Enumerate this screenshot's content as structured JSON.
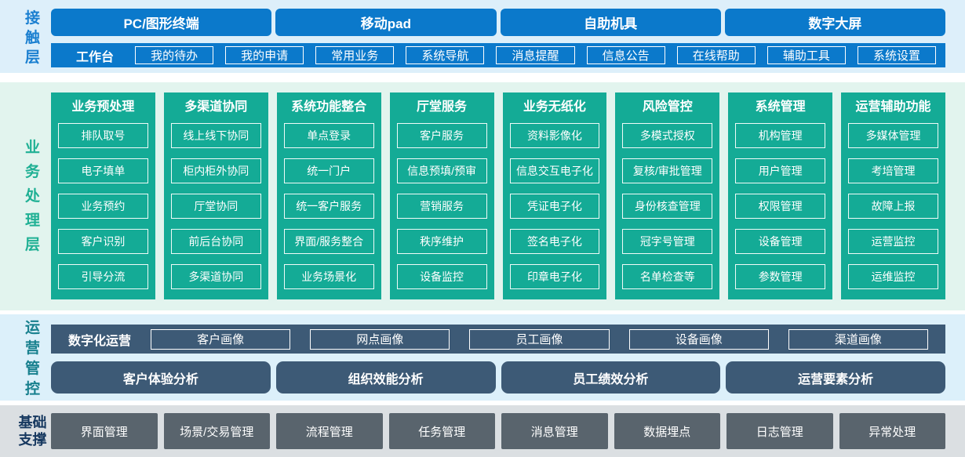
{
  "colors": {
    "accent_blue": "#0b79cb",
    "accent_green": "#14ab96",
    "accent_slate": "#3d5a76",
    "accent_gray": "#59646d",
    "bg_contact": "#ddeffa",
    "bg_business": "#e2f4ee",
    "bg_operations": "#dcf0fa",
    "bg_foundation": "#dbdfe2",
    "label_contact": "#1a7fd0",
    "label_business": "#1fb094",
    "label_operations": "#18808e",
    "label_foundation": "#16385f"
  },
  "contact_layer": {
    "label": "接触层",
    "terminals": [
      "PC/图形终端",
      "移动pad",
      "自助机具",
      "数字大屏"
    ],
    "workbench": {
      "label": "工作台",
      "items": [
        "我的待办",
        "我的申请",
        "常用业务",
        "系统导航",
        "消息提醒",
        "信息公告",
        "在线帮助",
        "辅助工具",
        "系统设置"
      ]
    }
  },
  "business_layer": {
    "label": "业务处理层",
    "columns": [
      {
        "title": "业务预处理",
        "items": [
          "排队取号",
          "电子填单",
          "业务预约",
          "客户识别",
          "引导分流"
        ]
      },
      {
        "title": "多渠道协同",
        "items": [
          "线上线下协同",
          "柜内柜外协同",
          "厅堂协同",
          "前后台协同",
          "多渠道协同"
        ]
      },
      {
        "title": "系统功能整合",
        "items": [
          "单点登录",
          "统一门户",
          "统一客户服务",
          "界面/服务整合",
          "业务场景化"
        ]
      },
      {
        "title": "厅堂服务",
        "items": [
          "客户服务",
          "信息预填/预审",
          "营销服务",
          "秩序维护",
          "设备监控"
        ]
      },
      {
        "title": "业务无纸化",
        "items": [
          "资料影像化",
          "信息交互电子化",
          "凭证电子化",
          "签名电子化",
          "印章电子化"
        ]
      },
      {
        "title": "风险管控",
        "items": [
          "多模式授权",
          "复核/审批管理",
          "身份核查管理",
          "冠字号管理",
          "名单检查等"
        ]
      },
      {
        "title": "系统管理",
        "items": [
          "机构管理",
          "用户管理",
          "权限管理",
          "设备管理",
          "参数管理"
        ]
      },
      {
        "title": "运营辅助功能",
        "items": [
          "多媒体管理",
          "考培管理",
          "故障上报",
          "运营监控",
          "运维监控"
        ]
      }
    ]
  },
  "operations_layer": {
    "label": "运营管控",
    "digital_ops": {
      "label": "数字化运营",
      "items": [
        "客户画像",
        "网点画像",
        "员工画像",
        "设备画像",
        "渠道画像"
      ]
    },
    "analysis": [
      "客户体验分析",
      "组织效能分析",
      "员工绩效分析",
      "运营要素分析"
    ]
  },
  "foundation_layer": {
    "label": "基础支撑",
    "items": [
      "界面管理",
      "场景/交易管理",
      "流程管理",
      "任务管理",
      "消息管理",
      "数据埋点",
      "日志管理",
      "异常处理"
    ]
  }
}
